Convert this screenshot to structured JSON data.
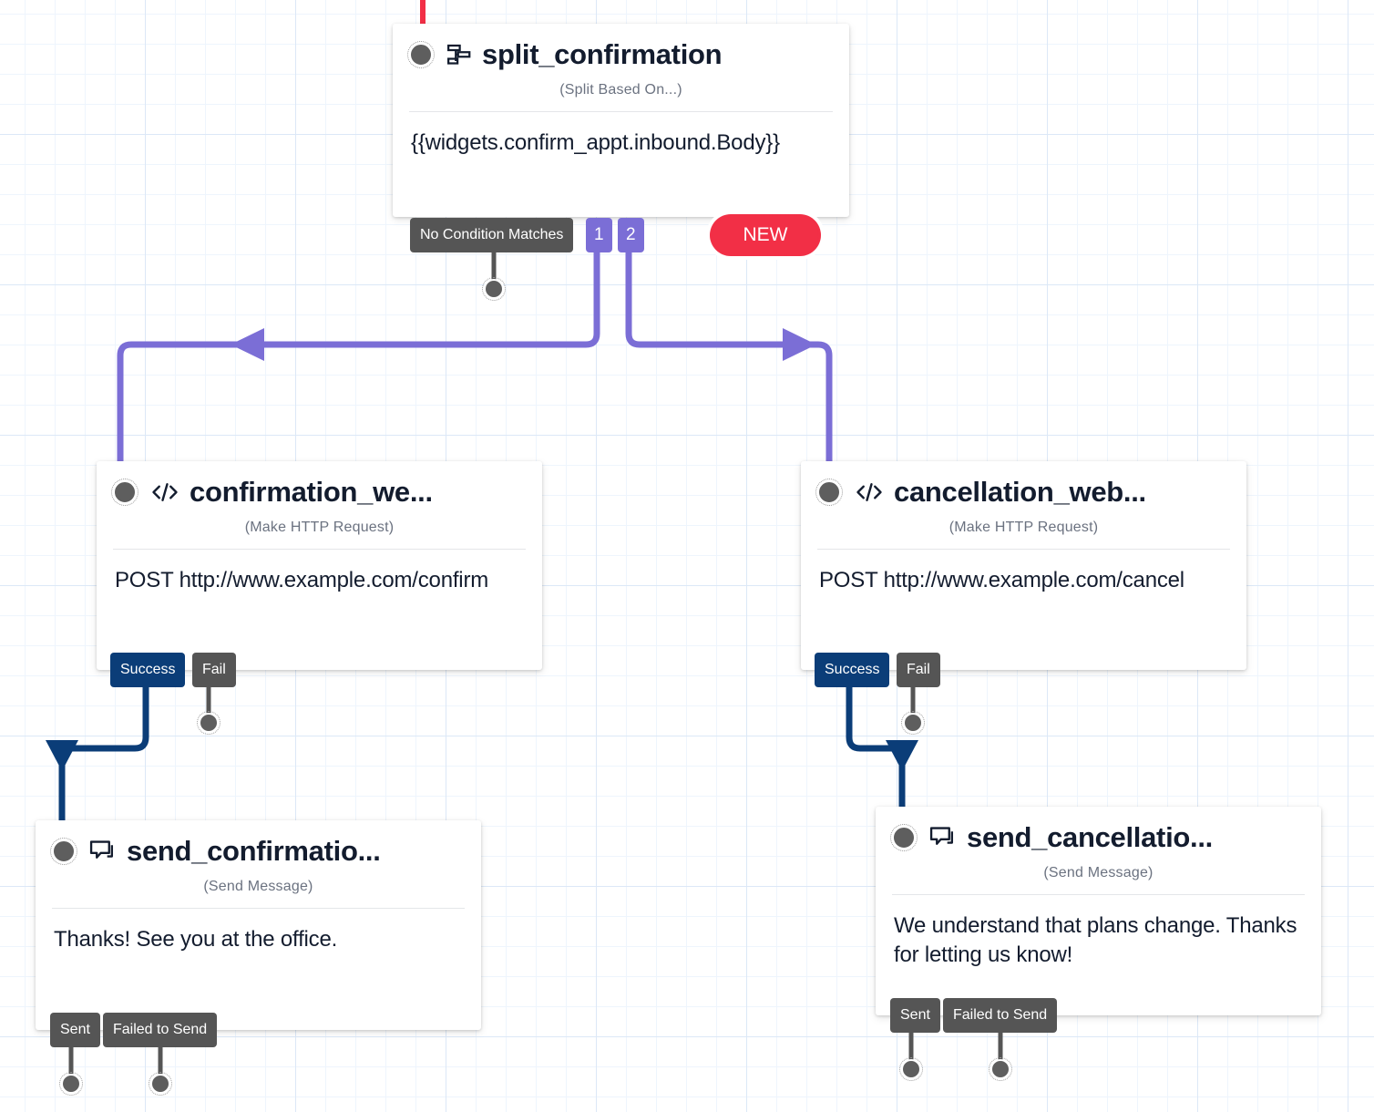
{
  "canvas": {
    "grid_minor_color": "#eef5fd",
    "grid_major_color": "#dce8f7",
    "background": "#ffffff"
  },
  "colors": {
    "split_branch": "#7b6ed6",
    "success": "#0b3d78",
    "fail": "#555555",
    "new_button": "#f22f46",
    "incoming_wire": "#f22f46"
  },
  "nodes": [
    {
      "id": "split_confirmation",
      "title": "split_confirmation",
      "subtitle": "(Split Based On...)",
      "body": "{{widgets.confirm_appt.inbound.Body}}",
      "icon": "split-icon",
      "outputs": [
        {
          "label": "No Condition Matches",
          "style": "gray"
        },
        {
          "label": "1",
          "style": "purple"
        },
        {
          "label": "2",
          "style": "purple"
        }
      ],
      "action": {
        "label": "NEW"
      }
    },
    {
      "id": "confirmation_webhook",
      "title": "confirmation_we...",
      "subtitle": "(Make HTTP Request)",
      "body": "POST http://www.example.com/confirm",
      "icon": "code-icon",
      "outputs": [
        {
          "label": "Success",
          "style": "navy"
        },
        {
          "label": "Fail",
          "style": "gray"
        }
      ]
    },
    {
      "id": "cancellation_webhook",
      "title": "cancellation_web...",
      "subtitle": "(Make HTTP Request)",
      "body": "POST http://www.example.com/cancel",
      "icon": "code-icon",
      "outputs": [
        {
          "label": "Success",
          "style": "navy"
        },
        {
          "label": "Fail",
          "style": "gray"
        }
      ]
    },
    {
      "id": "send_confirmation",
      "title": "send_confirmatio...",
      "subtitle": "(Send Message)",
      "body": "Thanks! See you at the office.",
      "icon": "message-icon",
      "outputs": [
        {
          "label": "Sent",
          "style": "gray"
        },
        {
          "label": "Failed to Send",
          "style": "gray"
        }
      ]
    },
    {
      "id": "send_cancellation",
      "title": "send_cancellatio...",
      "subtitle": "(Send Message)",
      "body": "We understand that plans change. Thanks for letting us know!",
      "icon": "message-icon",
      "outputs": [
        {
          "label": "Sent",
          "style": "gray"
        },
        {
          "label": "Failed to Send",
          "style": "gray"
        }
      ]
    }
  ]
}
